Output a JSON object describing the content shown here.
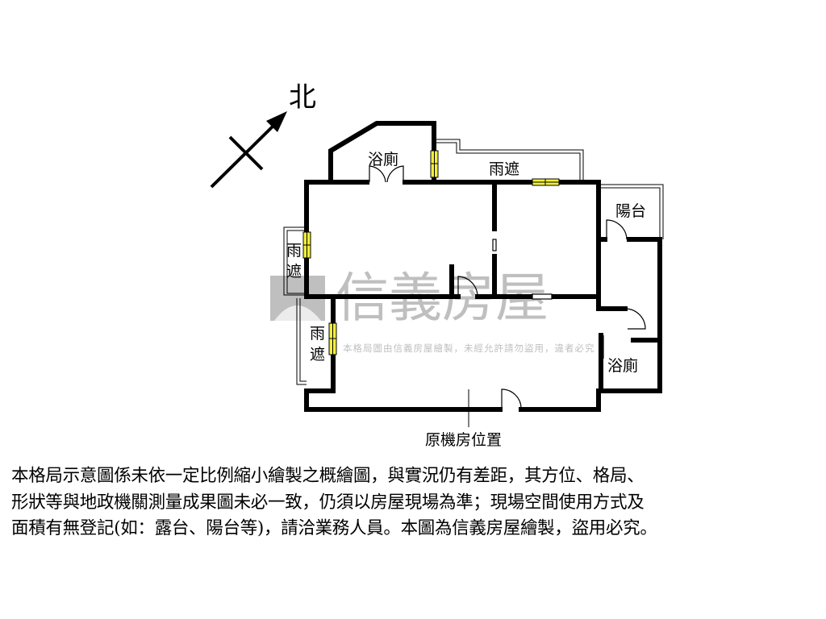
{
  "compass": {
    "north_label": "北"
  },
  "rooms": {
    "bath_top": "浴廁",
    "canopy_top": "雨遮",
    "balcony": "陽台",
    "canopy_left_1": "雨",
    "canopy_left_2": "遮",
    "canopy_lower_1": "雨",
    "canopy_lower_2": "遮",
    "bath_right": "浴廁",
    "machine_room": "原機房位置"
  },
  "watermark": {
    "brand": "信義房屋",
    "notice": "本格局圖由信義房屋繪製，未經允許請勿盜用，違者必究"
  },
  "disclaimer": {
    "lines": [
      "本格局示意圖係未依一定比例縮小繪製之概繪圖，與實況仍有差距，其方位、格局、",
      "形狀等與地政機關測量成果圖未必一致，仍須以房屋現場為準；現場空間使用方式及",
      "面積有無登記(如：露台、陽台等)，請洽業務人員。本圖為信義房屋繪製，盜用必究。"
    ]
  },
  "colors": {
    "wall": "#000000",
    "window": "#f2ee3c",
    "watermark": "#8c8c8c"
  }
}
